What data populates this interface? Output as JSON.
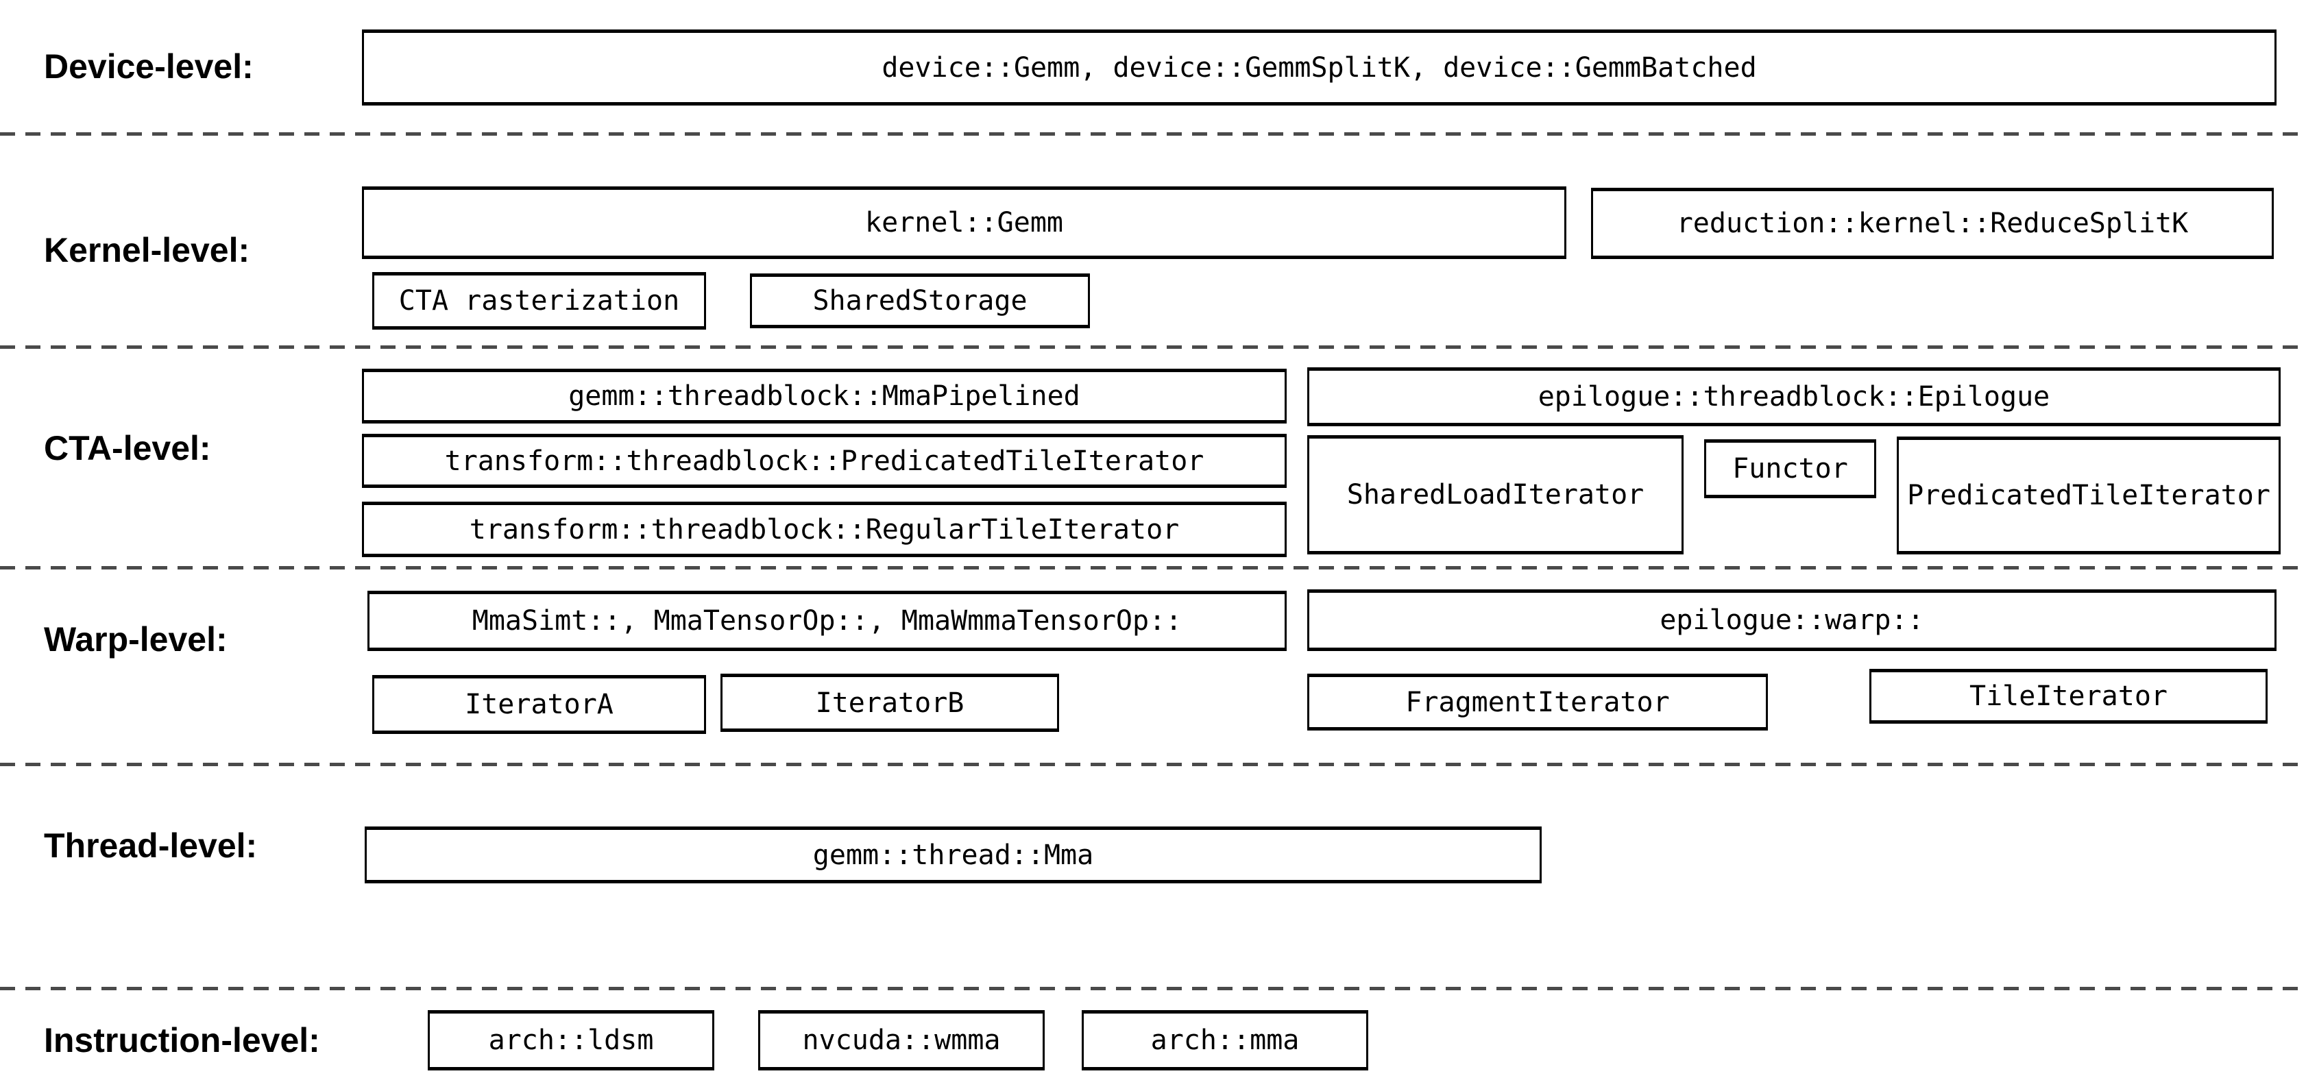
{
  "levels": {
    "device": {
      "label": "Device-level:",
      "main_box": "device::Gemm, device::GemmSplitK, device::GemmBatched"
    },
    "kernel": {
      "label": "Kernel-level:",
      "gemm": "kernel::Gemm",
      "reduce_splitk": "reduction::kernel::ReduceSplitK",
      "cta_rasterization": "CTA rasterization",
      "shared_storage": "SharedStorage"
    },
    "cta": {
      "label": "CTA-level:",
      "mma_pipelined": "gemm::threadblock::MmaPipelined",
      "predicated_tile_iterator": "transform::threadblock::PredicatedTileIterator",
      "regular_tile_iterator": "transform::threadblock::RegularTileIterator",
      "epilogue": "epilogue::threadblock::Epilogue",
      "shared_load_iterator": "SharedLoadIterator",
      "functor": "Functor",
      "epilogue_predicated_tile_iterator": "PredicatedTileIterator"
    },
    "warp": {
      "label": "Warp-level:",
      "mma": "MmaSimt::, MmaTensorOp::, MmaWmmaTensorOp::",
      "iterator_a": "IteratorA",
      "iterator_b": "IteratorB",
      "epilogue_warp": "epilogue::warp::",
      "fragment_iterator": "FragmentIterator",
      "tile_iterator": "TileIterator"
    },
    "thread": {
      "label": "Thread-level:",
      "mma": "gemm::thread::Mma"
    },
    "instruction": {
      "label": "Instruction-level:",
      "ldsm": "arch::ldsm",
      "wmma": "nvcuda::wmma",
      "mma": "arch::mma"
    }
  },
  "colors": {
    "background": "#ffffff",
    "box_border": "#000000",
    "text": "#000000",
    "separator": "#4a4a4a"
  }
}
